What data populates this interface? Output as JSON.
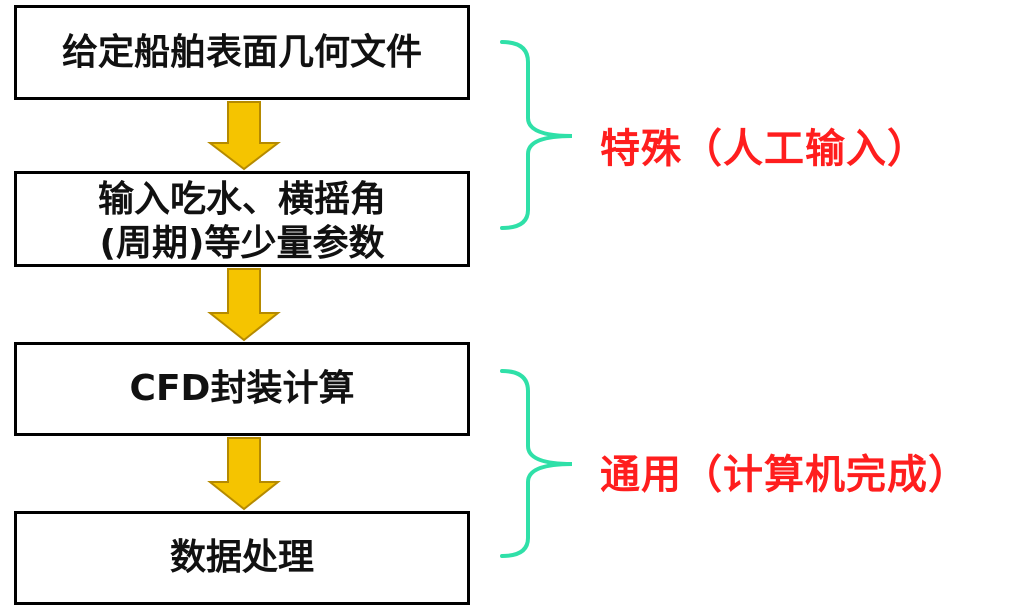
{
  "steps": [
    {
      "lines": [
        "给定船舶表面几何文件"
      ]
    },
    {
      "lines": [
        "输入吃水、横摇角",
        "(周期)等少量参数"
      ]
    },
    {
      "lines": [
        "CFD封装计算"
      ]
    },
    {
      "lines": [
        "数据处理"
      ]
    }
  ],
  "groups": [
    {
      "label": "特殊（人工输入）"
    },
    {
      "label": "通用（计算机完成）"
    }
  ],
  "colors": {
    "arrow_fill": "#F5C400",
    "arrow_stroke": "#B58A00",
    "brace": "#2FE0A8",
    "group_label": "#FF1E1E",
    "box_border": "#000000"
  }
}
